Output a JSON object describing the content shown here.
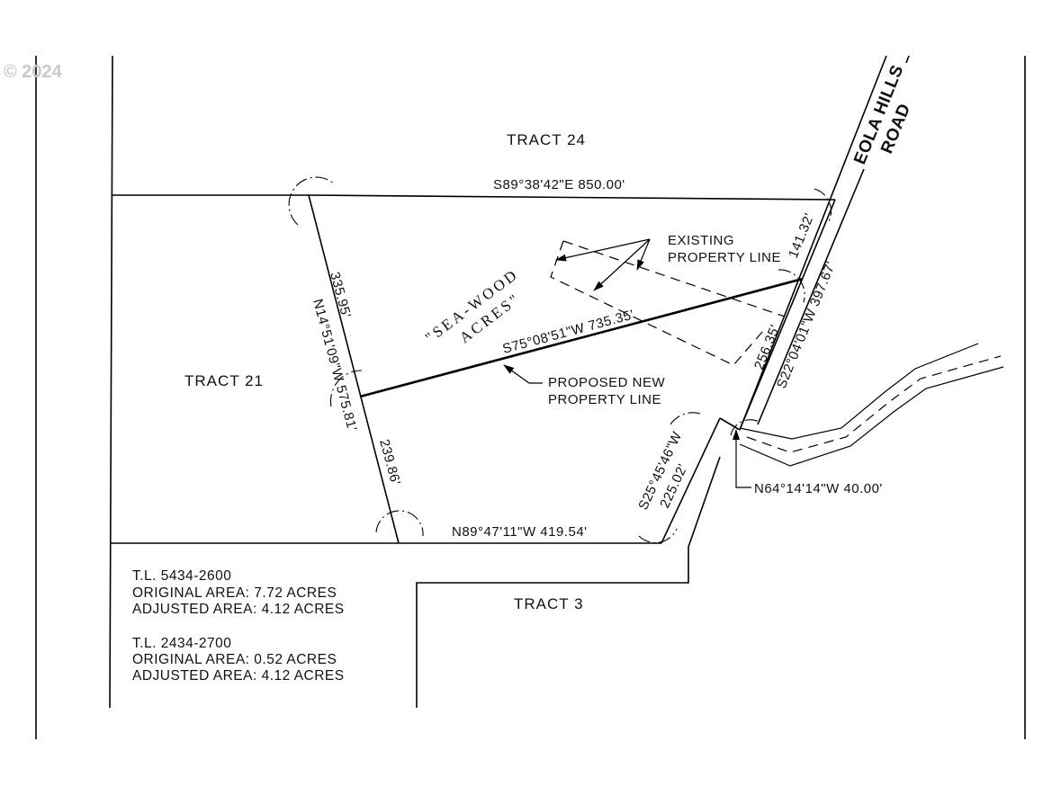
{
  "watermark": "© 2024",
  "tracts": {
    "tract_24": "TRACT 24",
    "tract_21": "TRACT 21",
    "tract_3": "TRACT 3"
  },
  "road": {
    "line1": "EOLA HILLS",
    "line2": "ROAD"
  },
  "subdivision": {
    "line1": "\"SEA-WOOD",
    "line2": "ACRES\""
  },
  "bearings": {
    "north_line": "S89°38'42\"E 850.00'",
    "west_line": "N14°51'09\"W 575.81'",
    "west_upper": "335.95'",
    "west_lower": "239.86'",
    "proposed_line": "S75°08'51\"W 735.35'",
    "east_line": "S22°04'01\"W 397.67'",
    "east_upper": "141.32'",
    "east_lower": "256.35'",
    "south_line": "N89°47'11\"W 419.54'",
    "southeast_bearing": "S25°45'46\"W",
    "southeast_dist": "225.02'",
    "corner_tie": "N64°14'14\"W 40.00'"
  },
  "callouts": {
    "existing_line1": "EXISTING",
    "existing_line2": "PROPERTY LINE",
    "proposed_line1": "PROPOSED NEW",
    "proposed_line2": "PROPERTY LINE"
  },
  "notes": {
    "tl1_id": "T.L. 5434-2600",
    "tl1_original": "ORIGINAL AREA: 7.72 ACRES",
    "tl1_adjusted": "ADJUSTED AREA: 4.12 ACRES",
    "tl2_id": "T.L. 2434-2700",
    "tl2_original": "ORIGINAL AREA: 0.52 ACRES",
    "tl2_adjusted": "ADJUSTED AREA: 4.12 ACRES"
  }
}
